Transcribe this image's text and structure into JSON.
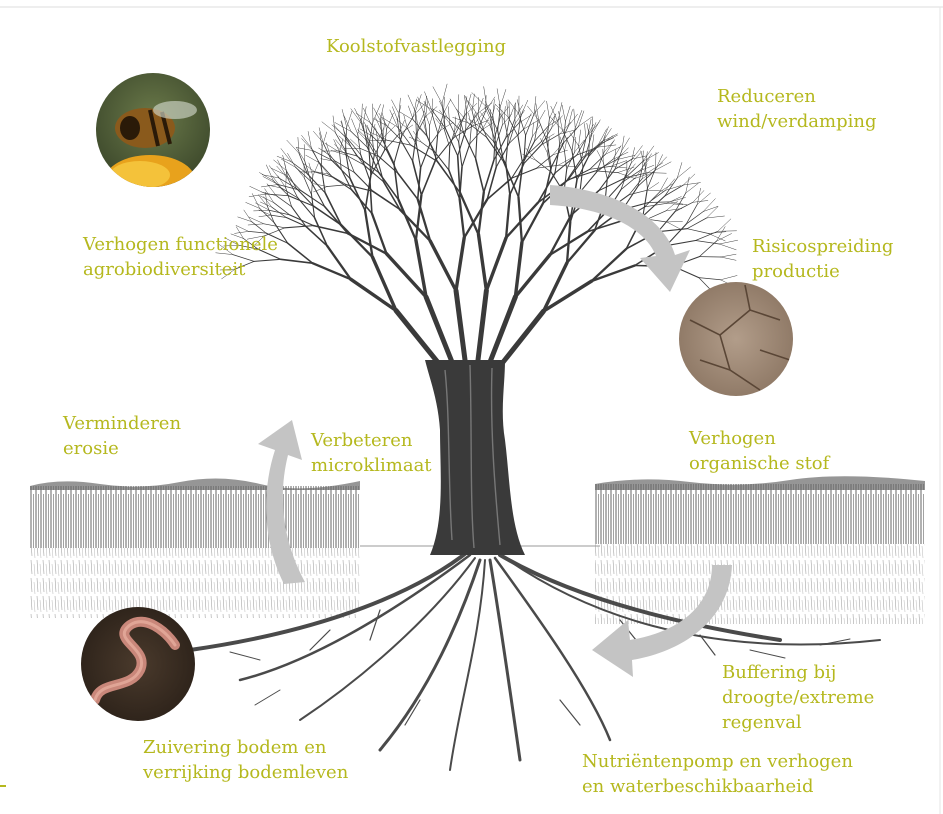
{
  "colors": {
    "label": "#b5b81e",
    "arrow": "#c4c4c4",
    "tree": "#3a3a3a",
    "field": "#555555",
    "root": "#4a4a4a"
  },
  "icons": {
    "bee_photo": "bee-on-flower-photo",
    "soil_photo": "dry-soil-photo",
    "worm_photo": "earthworm-photo",
    "tree": "pollard-willow-tree-drawing"
  },
  "labels": {
    "carbon": "Koolstofvastlegging",
    "wind": [
      "Reduceren",
      "wind/verdamping"
    ],
    "biodiversity": [
      "Verhogen functionele",
      "agrobiodiversiteit"
    ],
    "risk": [
      "Risicospreiding",
      "productie"
    ],
    "erosion": [
      "Verminderen",
      "erosie"
    ],
    "microclimate": [
      "Verbeteren",
      "microklimaat"
    ],
    "organic": [
      "Verhogen",
      "organische stof"
    ],
    "buffering": [
      "Buffering bij",
      "droogte/extreme",
      "regenval"
    ],
    "soil": [
      "Zuivering bodem en",
      "verrijking bodemleven"
    ],
    "nutrient": [
      "Nutriëntenpomp en verhogen",
      "en waterbeschikbaarheid"
    ]
  }
}
